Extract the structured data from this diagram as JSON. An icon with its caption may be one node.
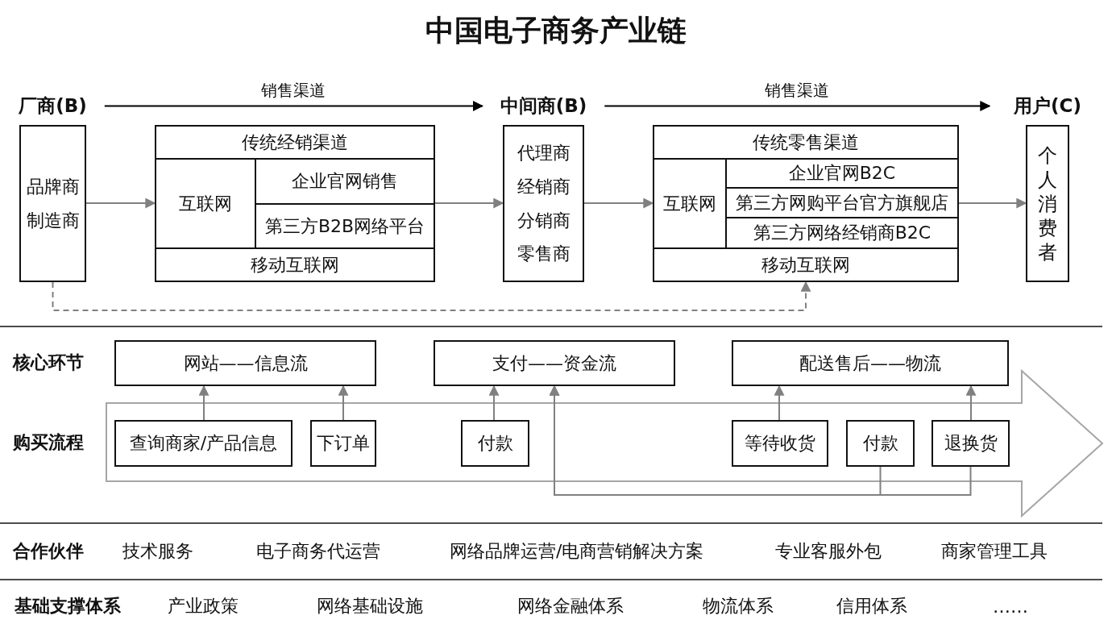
{
  "diagram": {
    "title": "中国电子商务产业链",
    "nodes": [
      {
        "text": [
          "厂商(B)",
          "品牌商",
          "制造商"
        ]
      },
      {
        "text": [],
        "shape": "box"
      },
      {
        "text": [
          "传统经销渠道"
        ],
        "in": 1
      },
      {
        "text": [
          "互联网"
        ],
        "in": 1
      },
      {
        "text": [
          "企业官网销售"
        ],
        "in": 1
      },
      {
        "text": [
          "第三方B2B网络平台"
        ],
        "in": 1
      },
      {
        "text": [
          "移动互联网"
        ],
        "in": 1
      },
      {
        "text": [
          "中间商(B)",
          "代理商",
          "经销商",
          "分销商",
          "零售商"
        ]
      },
      {
        "text": [],
        "shape": "box"
      },
      {
        "text": [
          "传统零售渠道"
        ],
        "in": 8
      },
      {
        "text": [
          "互联网"
        ],
        "in": 8
      },
      {
        "text": [
          "企业官网B2C"
        ],
        "in": 8
      },
      {
        "text": [
          "第三方网购平台官方旗舰店"
        ],
        "in": 8
      },
      {
        "text": [
          "第三方网络经销商B2C"
        ],
        "in": 8
      },
      {
        "text": [
          "移动互联网"
        ],
        "in": 8
      },
      {
        "text": [
          "用户(C)",
          "个人消费者"
        ]
      },
      {
        "text": [
          "网站——信息流"
        ]
      },
      {
        "text": [
          "支付——资金流"
        ]
      },
      {
        "text": [
          "配送售后——物流"
        ]
      },
      {
        "text": [
          "查询商家/产品信息"
        ]
      },
      {
        "text": [
          "下订单"
        ]
      },
      {
        "text": [
          "付款"
        ]
      },
      {
        "text": [
          "等待收货"
        ]
      },
      {
        "text": [
          "付款"
        ]
      },
      {
        "text": [
          "退换货"
        ]
      }
    ],
    "edges": [
      {
        "from": 0,
        "to": 7,
        "arrow": "to",
        "label": "销售渠道",
        "color": "#000000"
      },
      {
        "from": 7,
        "to": 15,
        "arrow": "to",
        "label": "销售渠道",
        "color": "#000000"
      },
      {
        "from": 0,
        "to": 1,
        "arrow": "to"
      },
      {
        "from": 1,
        "to": 7,
        "arrow": "to"
      },
      {
        "from": 7,
        "to": 8,
        "arrow": "to"
      },
      {
        "from": 8,
        "to": 15,
        "arrow": "to"
      },
      {
        "from": 0,
        "to": 8,
        "arrow": "to",
        "style": "dashed"
      },
      {
        "from": 19,
        "to": 16,
        "arrow": "to"
      },
      {
        "from": 20,
        "to": 16,
        "arrow": "to"
      },
      {
        "from": 21,
        "to": 17,
        "arrow": "to"
      },
      {
        "from": 22,
        "to": 18,
        "arrow": "to"
      },
      {
        "from": 24,
        "to": 18,
        "arrow": "to"
      },
      {
        "from": 23,
        "to": 17,
        "arrow": "to"
      },
      {
        "from": 24,
        "to": 17,
        "arrow": "to"
      }
    ],
    "labels": [
      "核心环节",
      "购买流程",
      "合作伙伴",
      "技术服务",
      "电子商务代运营",
      "网络品牌运营/电商营销解决方案",
      "专业客服外包",
      "商家管理工具",
      "基础支撑体系",
      "产业政策",
      "网络基础设施",
      "网络金融体系",
      "物流体系",
      "信用体系",
      "……"
    ]
  }
}
